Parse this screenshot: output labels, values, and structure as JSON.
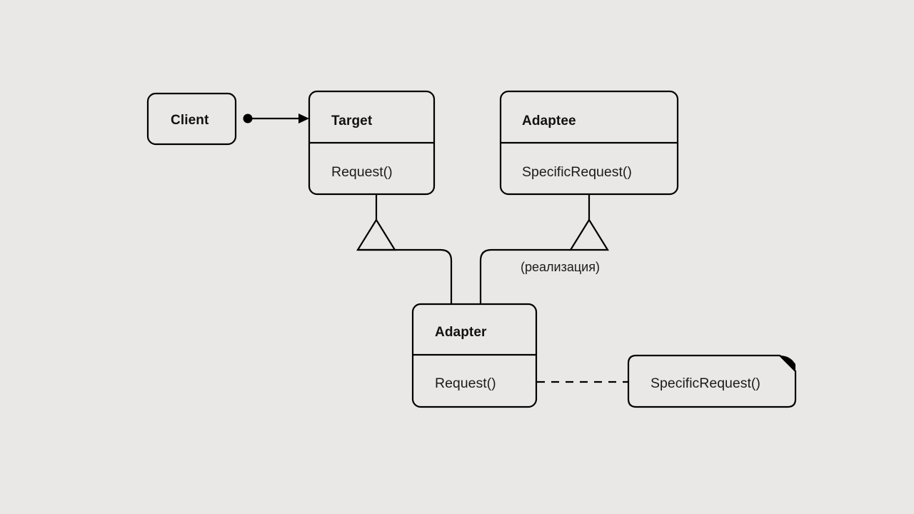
{
  "diagram": {
    "title": "Adapter pattern UML class diagram",
    "background_color": "#e9e8e6",
    "stroke_color": "#000000",
    "text_color": "#111111"
  },
  "nodes": {
    "client": {
      "name": "Client"
    },
    "target": {
      "name": "Target",
      "method": "Request()"
    },
    "adaptee": {
      "name": "Adaptee",
      "method": "SpecificRequest()"
    },
    "adapter": {
      "name": "Adapter",
      "method": "Request()"
    },
    "note": {
      "text": "SpecificRequest()"
    }
  },
  "edges": {
    "client_to_target": {
      "type": "association",
      "source_marker": "filled-circle",
      "target_marker": "solid-arrow"
    },
    "adapter_to_target": {
      "type": "generalization",
      "target_marker": "hollow-triangle"
    },
    "adapter_to_adaptee": {
      "type": "generalization",
      "target_marker": "hollow-triangle",
      "label": "(реализация)"
    },
    "adapter_to_note": {
      "type": "dependency",
      "style": "dashed",
      "source_marker": "lollipop"
    }
  }
}
